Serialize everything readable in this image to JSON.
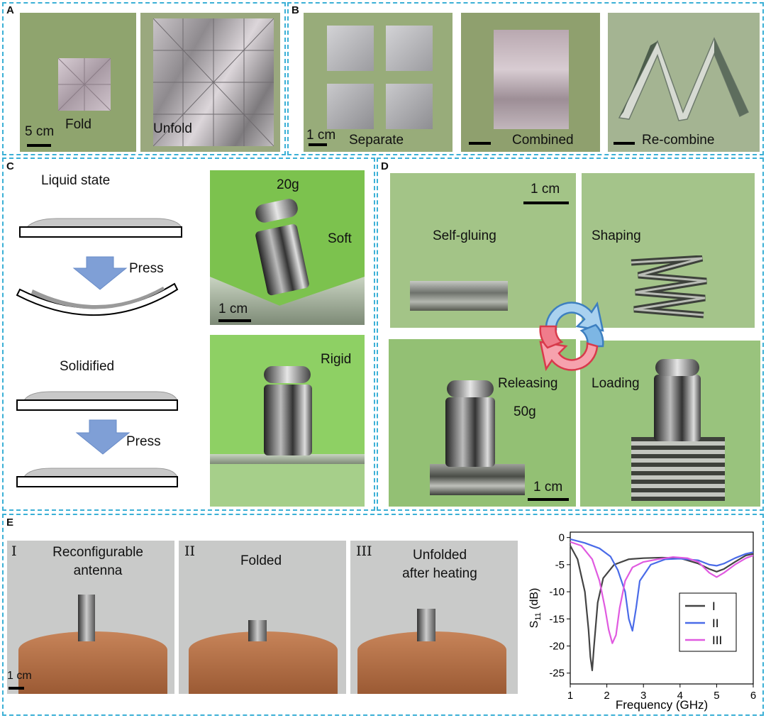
{
  "panels": {
    "A": {
      "label": "A",
      "fold_caption": "Fold",
      "unfold_caption": "Unfold",
      "scale": "5 cm"
    },
    "B": {
      "label": "B",
      "separate_caption": "Separate",
      "combined_caption": "Combined",
      "recombine_caption": "Re-combine",
      "scale": "1 cm"
    },
    "C": {
      "label": "C",
      "liquid_state": "Liquid state",
      "press_1": "Press",
      "solidified": "Solidified",
      "press_2": "Press",
      "weight": "20g",
      "soft": "Soft",
      "rigid": "Rigid",
      "scale": "1 cm"
    },
    "D": {
      "label": "D",
      "scale_top": "1 cm",
      "self_gluing": "Self-gluing",
      "shaping": "Shaping",
      "releasing": "Releasing",
      "loading": "Loading",
      "weight": "50g",
      "scale_bottom": "1 cm"
    },
    "E": {
      "label": "E",
      "photos": [
        {
          "roman": "I",
          "caption_line1": "Reconfigurable",
          "caption_line2": "antenna"
        },
        {
          "roman": "II",
          "caption_line1": "Folded",
          "caption_line2": ""
        },
        {
          "roman": "III",
          "caption_line1": "Unfolded",
          "caption_line2": "after heating"
        }
      ],
      "scale": "1 cm"
    }
  },
  "chart_data": {
    "type": "line",
    "xlabel": "Frequency (GHz)",
    "ylabel": "S11 (dB)",
    "xlim": [
      1,
      6
    ],
    "ylim": [
      -27,
      1
    ],
    "xticks": [
      1,
      2,
      3,
      4,
      5,
      6
    ],
    "yticks": [
      0,
      -5,
      -10,
      -15,
      -20,
      -25
    ],
    "legend_position": "lower-right",
    "grid": false,
    "series": [
      {
        "name": "I",
        "color": "#444444",
        "x": [
          1.0,
          1.2,
          1.4,
          1.5,
          1.55,
          1.6,
          1.65,
          1.75,
          1.9,
          2.2,
          2.6,
          3.0,
          3.5,
          4.0,
          4.5,
          4.8,
          5.0,
          5.2,
          5.5,
          5.8,
          6.0
        ],
        "y": [
          -1.5,
          -4,
          -10,
          -17,
          -22,
          -24.5,
          -20,
          -12,
          -7.5,
          -5,
          -4,
          -3.8,
          -3.7,
          -3.8,
          -4.8,
          -5.8,
          -6.3,
          -5.8,
          -4.5,
          -3.3,
          -3.0
        ]
      },
      {
        "name": "II",
        "color": "#4a6be8",
        "x": [
          1.0,
          1.4,
          1.8,
          2.1,
          2.3,
          2.5,
          2.6,
          2.7,
          2.8,
          2.9,
          3.2,
          3.6,
          4.0,
          4.5,
          4.8,
          5.0,
          5.2,
          5.5,
          5.8,
          6.0
        ],
        "y": [
          -0.3,
          -1,
          -2,
          -3.5,
          -6,
          -10,
          -15,
          -17.2,
          -13,
          -8,
          -5,
          -4,
          -3.9,
          -4.2,
          -5,
          -5.2,
          -4.8,
          -3.8,
          -3.0,
          -2.7
        ]
      },
      {
        "name": "III",
        "color": "#e05ae0",
        "x": [
          1.0,
          1.3,
          1.6,
          1.8,
          1.95,
          2.05,
          2.15,
          2.25,
          2.35,
          2.5,
          2.7,
          3.0,
          3.4,
          3.8,
          4.2,
          4.5,
          4.8,
          5.0,
          5.2,
          5.5,
          5.8,
          6.0
        ],
        "y": [
          -0.8,
          -1.5,
          -4,
          -8,
          -13,
          -17,
          -19.5,
          -18,
          -13,
          -8,
          -5.5,
          -4.5,
          -4.0,
          -3.6,
          -3.8,
          -4.5,
          -6.5,
          -7.3,
          -6.5,
          -5,
          -3.8,
          -3.3
        ]
      }
    ]
  }
}
